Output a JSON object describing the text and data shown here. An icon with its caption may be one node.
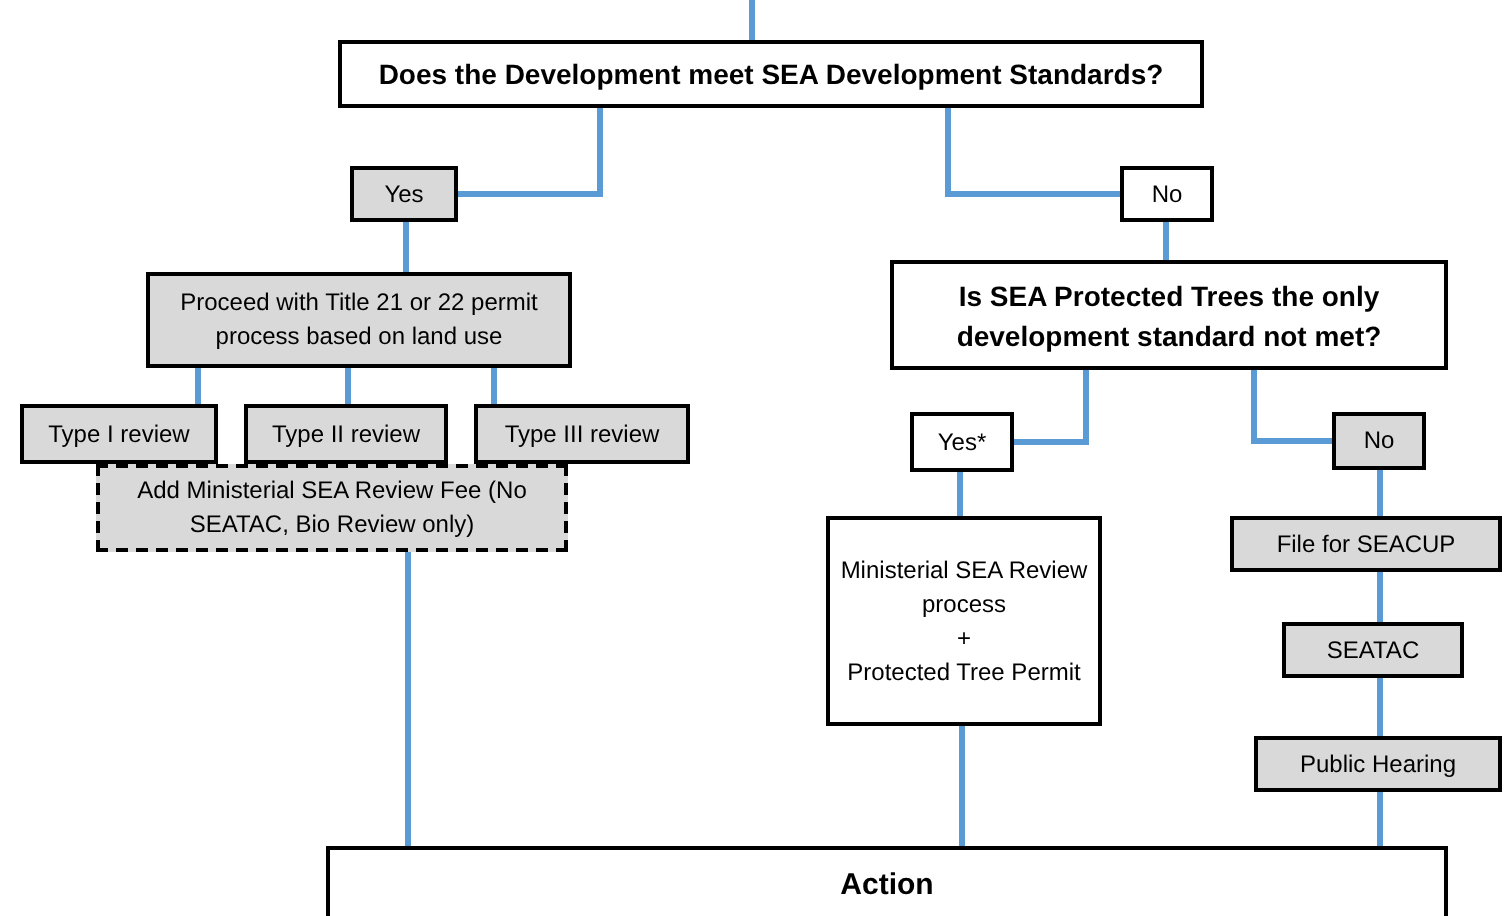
{
  "diagram": {
    "nodes": [
      {
        "text": [
          "Does the Development meet SEA Development Standards?"
        ]
      },
      {
        "text": [
          "Yes"
        ]
      },
      {
        "text": [
          "No"
        ]
      },
      {
        "text": [
          "Proceed with Title 21 or 22 permit process based on land use"
        ]
      },
      {
        "text": [
          "Is SEA Protected Trees the only development standard not met?"
        ]
      },
      {
        "text": [
          "Type I review"
        ]
      },
      {
        "text": [
          "Type II review"
        ]
      },
      {
        "text": [
          "Type III review"
        ]
      },
      {
        "text": [
          "Add Ministerial SEA Review Fee (No SEATAC, Bio Review only)"
        ]
      },
      {
        "text": [
          "Yes*"
        ]
      },
      {
        "text": [
          "No"
        ]
      },
      {
        "text": [
          "Ministerial SEA Review process",
          "+",
          "Protected Tree Permit"
        ]
      },
      {
        "text": [
          "File for SEACUP"
        ]
      },
      {
        "text": [
          "SEATAC"
        ]
      },
      {
        "text": [
          "Public Hearing"
        ]
      },
      {
        "text": [
          "Action"
        ]
      }
    ],
    "edges": [
      {
        "from": null,
        "to": 0,
        "arrow": "none"
      },
      {
        "from": 0,
        "to": 1,
        "arrow": "none"
      },
      {
        "from": 0,
        "to": 2,
        "arrow": "none"
      },
      {
        "from": 1,
        "to": 3,
        "arrow": "none"
      },
      {
        "from": 2,
        "to": 4,
        "arrow": "none"
      },
      {
        "from": 3,
        "to": 5,
        "arrow": "none"
      },
      {
        "from": 3,
        "to": 6,
        "arrow": "none"
      },
      {
        "from": 3,
        "to": 7,
        "arrow": "none"
      },
      {
        "from": 4,
        "to": 9,
        "arrow": "none"
      },
      {
        "from": 4,
        "to": 10,
        "arrow": "none"
      },
      {
        "from": 9,
        "to": 11,
        "arrow": "none"
      },
      {
        "from": 10,
        "to": 12,
        "arrow": "none"
      },
      {
        "from": 12,
        "to": 13,
        "arrow": "none"
      },
      {
        "from": 13,
        "to": 14,
        "arrow": "none"
      },
      {
        "from": 8,
        "to": 15,
        "arrow": "none"
      },
      {
        "from": 11,
        "to": 15,
        "arrow": "none"
      },
      {
        "from": 14,
        "to": 15,
        "arrow": "none"
      }
    ]
  }
}
